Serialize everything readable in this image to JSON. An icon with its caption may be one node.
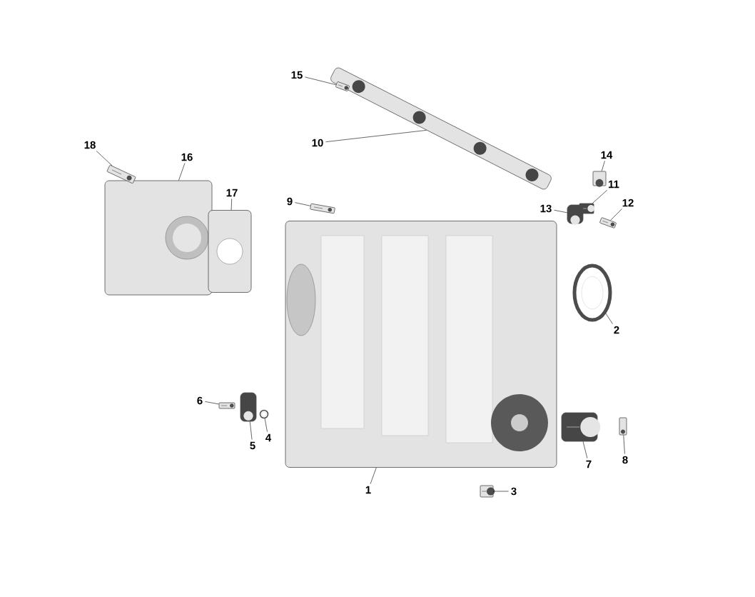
{
  "diagram": {
    "nodes": [
      {
        "text": [
          "1"
        ]
      },
      {
        "text": [
          "2"
        ]
      },
      {
        "text": [
          "3"
        ]
      },
      {
        "text": [
          "4"
        ]
      },
      {
        "text": [
          "5"
        ]
      },
      {
        "text": [
          "6"
        ]
      },
      {
        "text": [
          "7"
        ]
      },
      {
        "text": [
          "8"
        ]
      },
      {
        "text": [
          "9"
        ]
      },
      {
        "text": [
          "10"
        ]
      },
      {
        "text": [
          "11"
        ]
      },
      {
        "text": [
          "12"
        ]
      },
      {
        "text": [
          "13"
        ]
      },
      {
        "text": [
          "14"
        ]
      },
      {
        "text": [
          "15"
        ]
      },
      {
        "text": [
          "16"
        ]
      },
      {
        "text": [
          "17"
        ]
      },
      {
        "text": [
          "18"
        ]
      },
      {
        "text": [],
        "shape": "picture"
      },
      {
        "text": [],
        "shape": "picture"
      },
      {
        "text": [],
        "shape": "picture"
      },
      {
        "text": [],
        "shape": "picture"
      },
      {
        "text": [],
        "shape": "picture"
      },
      {
        "text": [],
        "shape": "picture"
      },
      {
        "text": [],
        "shape": "picture"
      },
      {
        "text": [],
        "shape": "picture"
      },
      {
        "text": [],
        "shape": "picture"
      },
      {
        "text": [],
        "shape": "picture"
      },
      {
        "text": [],
        "shape": "picture"
      },
      {
        "text": [],
        "shape": "picture"
      },
      {
        "text": [],
        "shape": "picture"
      },
      {
        "text": [],
        "shape": "picture"
      },
      {
        "text": [],
        "shape": "picture"
      },
      {
        "text": [],
        "shape": "picture"
      },
      {
        "text": [],
        "shape": "picture"
      },
      {
        "text": [],
        "shape": "picture"
      }
    ],
    "edges": [
      {
        "from": 0,
        "to": 18,
        "arrow": "none"
      },
      {
        "from": 1,
        "to": 19,
        "arrow": "none"
      },
      {
        "from": 2,
        "to": 20,
        "arrow": "none"
      },
      {
        "from": 3,
        "to": 21,
        "arrow": "none"
      },
      {
        "from": 4,
        "to": 22,
        "arrow": "none"
      },
      {
        "from": 5,
        "to": 23,
        "arrow": "none"
      },
      {
        "from": 6,
        "to": 24,
        "arrow": "none"
      },
      {
        "from": 7,
        "to": 25,
        "arrow": "none"
      },
      {
        "from": 8,
        "to": 26,
        "arrow": "none"
      },
      {
        "from": 9,
        "to": 27,
        "arrow": "none"
      },
      {
        "from": 10,
        "to": 28,
        "arrow": "none"
      },
      {
        "from": 11,
        "to": 29,
        "arrow": "none"
      },
      {
        "from": 12,
        "to": 30,
        "arrow": "none"
      },
      {
        "from": 13,
        "to": 31,
        "arrow": "none"
      },
      {
        "from": 14,
        "to": 32,
        "arrow": "none"
      },
      {
        "from": 15,
        "to": 33,
        "arrow": "none"
      },
      {
        "from": 16,
        "to": 34,
        "arrow": "none"
      },
      {
        "from": 17,
        "to": 35,
        "arrow": "none"
      }
    ]
  }
}
